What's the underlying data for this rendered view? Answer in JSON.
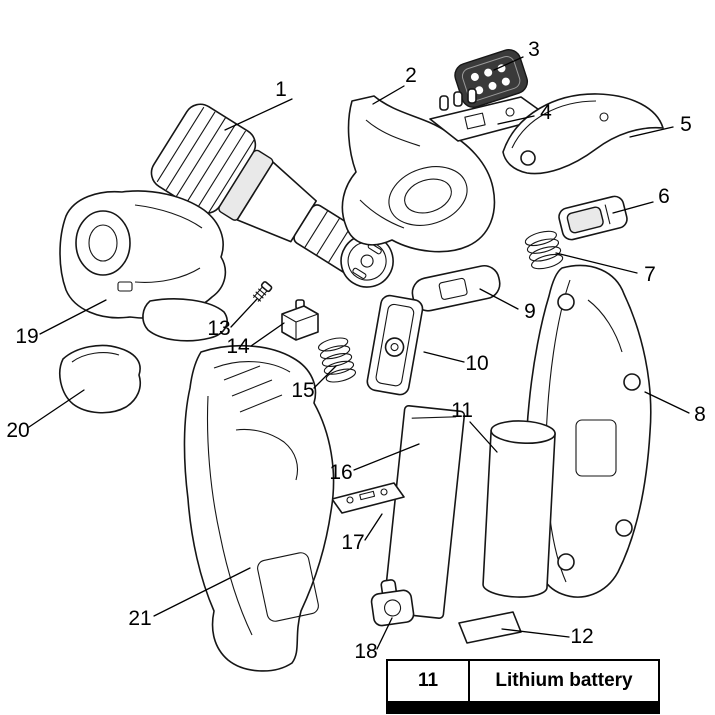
{
  "diagram": {
    "description": "Exploded parts diagram of a cordless drill driver with numbered callouts",
    "callouts": [
      {
        "num": "1"
      },
      {
        "num": "2"
      },
      {
        "num": "3"
      },
      {
        "num": "4"
      },
      {
        "num": "5"
      },
      {
        "num": "6"
      },
      {
        "num": "7"
      },
      {
        "num": "8"
      },
      {
        "num": "9"
      },
      {
        "num": "10"
      },
      {
        "num": "11"
      },
      {
        "num": "12"
      },
      {
        "num": "13"
      },
      {
        "num": "14"
      },
      {
        "num": "15"
      },
      {
        "num": "16"
      },
      {
        "num": "17"
      },
      {
        "num": "18"
      },
      {
        "num": "19"
      },
      {
        "num": "20"
      },
      {
        "num": "21"
      }
    ]
  },
  "parts_table": {
    "rows": [
      {
        "ref": "11",
        "name": "Lithium battery"
      }
    ]
  }
}
